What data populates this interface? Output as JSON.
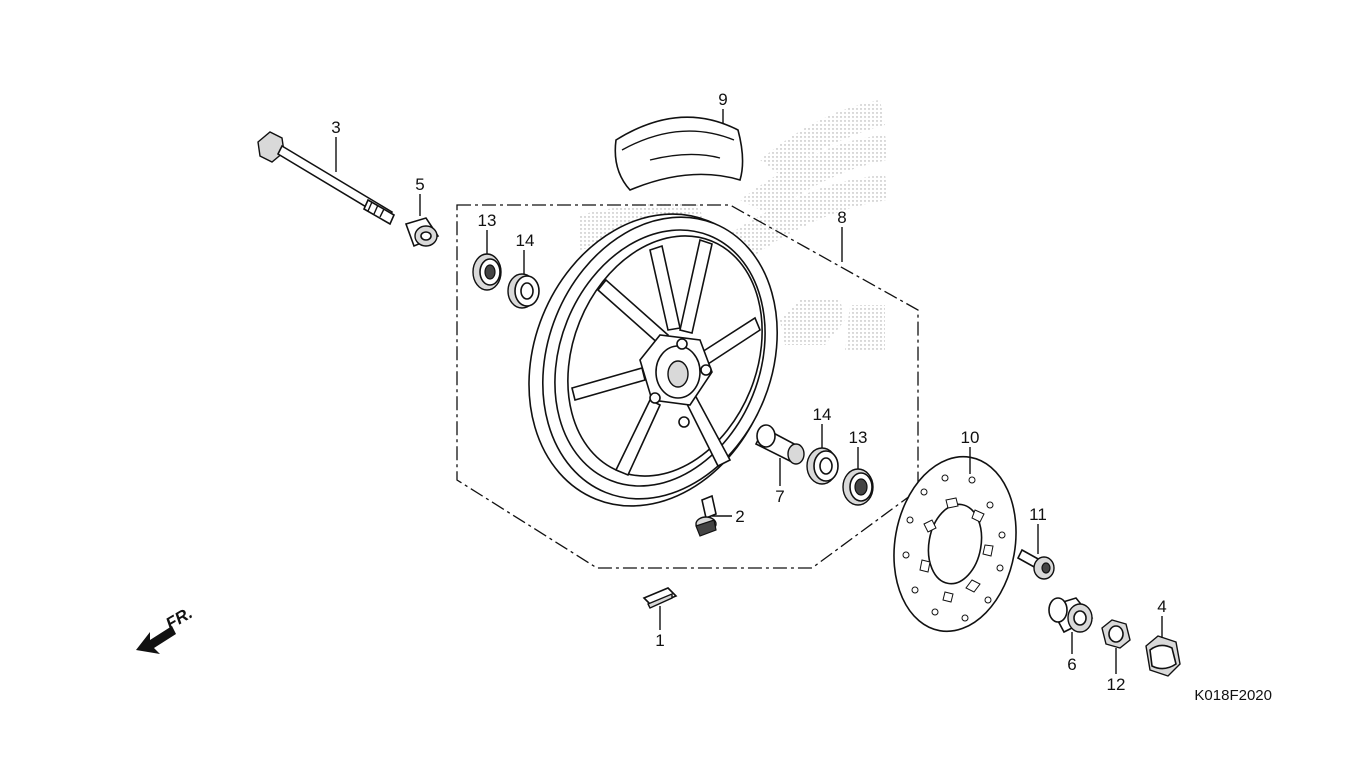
{
  "diagram": {
    "code": "K018F2020",
    "direction_label": "FR.",
    "callouts": {
      "c1": "1",
      "c2": "2",
      "c3": "3",
      "c4": "4",
      "c5": "5",
      "c6": "6",
      "c7": "7",
      "c8": "8",
      "c9": "9",
      "c10": "10",
      "c11": "11",
      "c12": "12",
      "c13a": "13",
      "c13b": "13",
      "c14a": "14",
      "c14b": "14"
    }
  }
}
